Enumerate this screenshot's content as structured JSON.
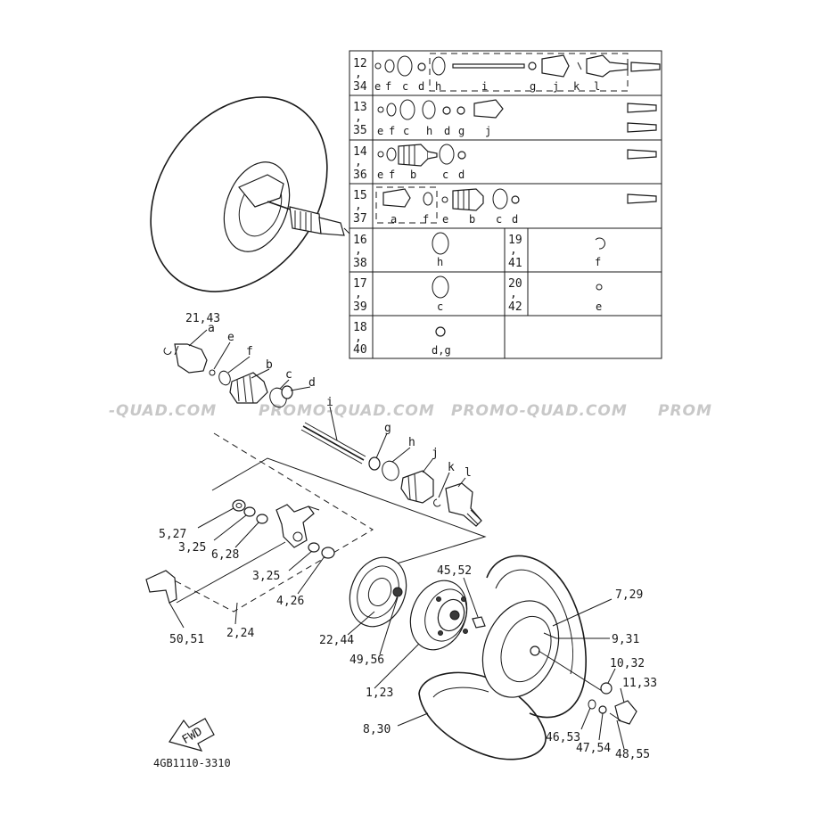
{
  "watermarks": [
    "-QUAD.COM",
    "PROMO-QUAD.COM",
    "PROMO-QUAD.COM",
    "PROM"
  ],
  "diagram_code": "4GB1110-3310",
  "fwd_label": "FWD",
  "table": {
    "rows": [
      {
        "id": "12,34",
        "parts": [
          "e",
          "f",
          "c",
          "d",
          "h",
          "i",
          "g",
          "j",
          "k",
          "l"
        ]
      },
      {
        "id": "13,35",
        "parts": [
          "e",
          "f",
          "c",
          "h",
          "d",
          "g",
          "j"
        ]
      },
      {
        "id": "14,36",
        "parts": [
          "e",
          "f",
          "b",
          "c",
          "d"
        ]
      },
      {
        "id": "15,37",
        "parts": [
          "a",
          "f",
          "e",
          "b",
          "c",
          "d"
        ]
      },
      {
        "id": "16,38",
        "parts": [
          "h"
        ],
        "pair_id": "19,41",
        "pair_parts": [
          "f"
        ]
      },
      {
        "id": "17,39",
        "parts": [
          "c"
        ],
        "pair_id": "20,42",
        "pair_parts": [
          "e"
        ]
      },
      {
        "id": "18,40",
        "parts": [
          "d,g"
        ]
      }
    ]
  },
  "callouts": {
    "c21_43": "21,43",
    "a": "a",
    "e": "e",
    "f": "f",
    "b": "b",
    "c": "c",
    "d": "d",
    "i": "i",
    "g": "g",
    "h": "h",
    "j": "j",
    "k": "k",
    "l": "l",
    "c5_27": "5,27",
    "c3_25a": "3,25",
    "c6_28": "6,28",
    "c3_25b": "3,25",
    "c4_26": "4,26",
    "c50_51": "50,51",
    "c2_24": "2,24",
    "c22_44": "22,44",
    "c49_56": "49,56",
    "c45_52": "45,52",
    "c1_23": "1,23",
    "c7_29": "7,29",
    "c9_31": "9,31",
    "c10_32": "10,32",
    "c11_33": "11,33",
    "c8_30": "8,30",
    "c46_53": "46,53",
    "c47_54": "47,54",
    "c48_55": "48,55"
  }
}
